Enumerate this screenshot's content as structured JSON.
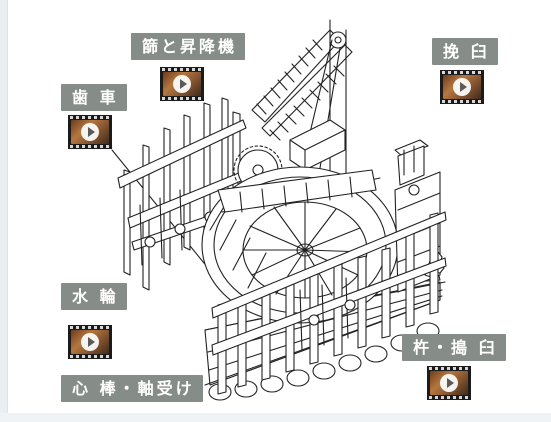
{
  "labels": {
    "sieve": "篩と昇降機",
    "mill": "挽 臼",
    "gear": "歯 車",
    "wheel": "水 輪",
    "pestle": "杵・搗 臼",
    "shaft": "心 棒・軸受け"
  },
  "icons": {
    "movie": "film-play-icon"
  },
  "colors": {
    "label_bg": "#868c88",
    "label_text": "#ffffff",
    "drawing_line": "#222222"
  }
}
